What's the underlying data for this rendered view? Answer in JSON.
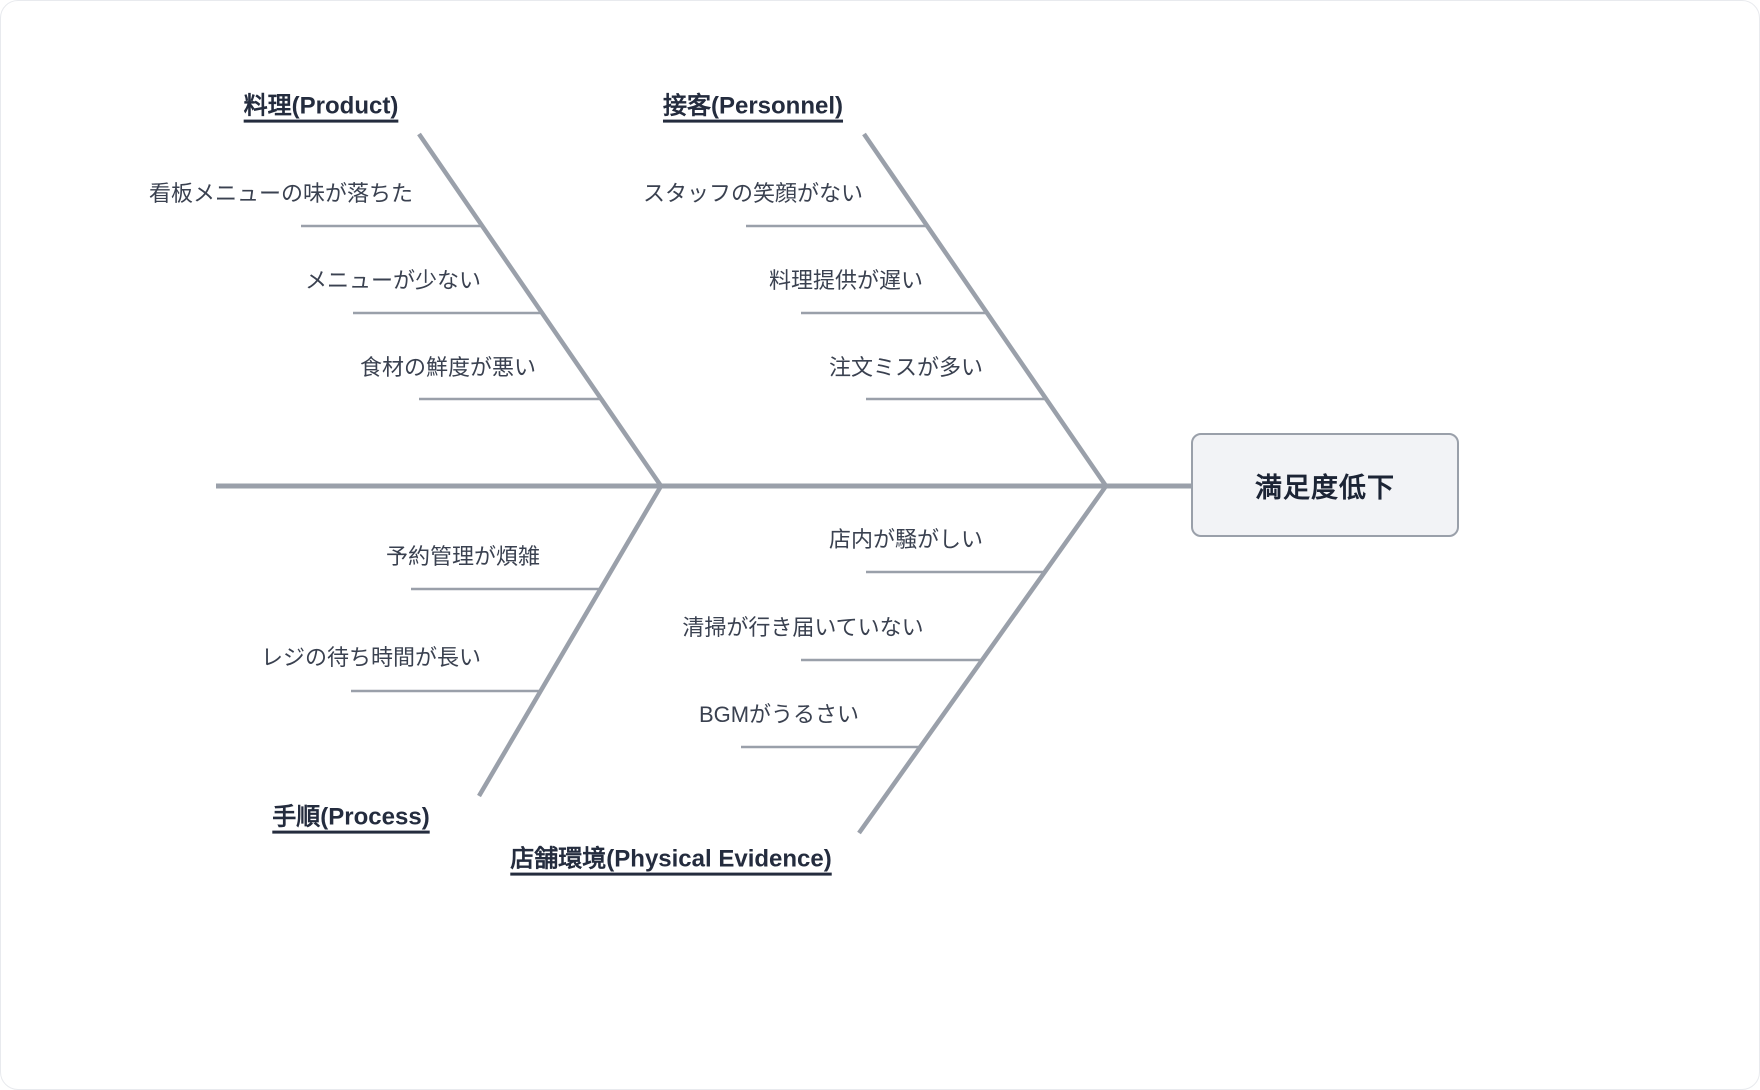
{
  "diagram": {
    "type": "fishbone",
    "effect": "満足度低下",
    "branches": [
      {
        "label": "料理(Product)",
        "position": "top-left",
        "causes": [
          "看板メニューの味が落ちた",
          "メニューが少ない",
          "食材の鮮度が悪い"
        ]
      },
      {
        "label": "接客(Personnel)",
        "position": "top-right",
        "causes": [
          "スタッフの笑顔がない",
          "料理提供が遅い",
          "注文ミスが多い"
        ]
      },
      {
        "label": "手順(Process)",
        "position": "bottom-left",
        "causes": [
          "予約管理が煩雑",
          "レジの待ち時間が長い"
        ]
      },
      {
        "label": "店舗環境(Physical Evidence)",
        "position": "bottom-right",
        "causes": [
          "店内が騒がしい",
          "清掃が行き届いていない",
          "BGMがうるさい"
        ]
      }
    ],
    "colors": {
      "line": "#9aa0aa",
      "cause_text": "#3a4150",
      "category_text": "#242c3e",
      "effect_fill": "#f2f3f6",
      "effect_border": "#9aa0aa",
      "effect_text": "#1c2435"
    }
  }
}
